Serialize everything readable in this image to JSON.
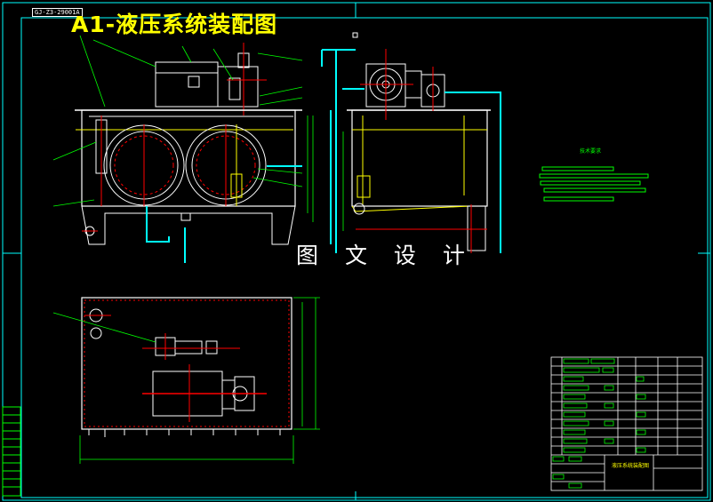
{
  "title": "A1-液压系统装配图",
  "drawing_number": "GJ-Z3-29001A",
  "watermark": "图 文 设 计",
  "technical_requirements": {
    "heading": "技术要求"
  },
  "title_block": {
    "drawing_name": "液压系统装配图"
  },
  "colors": {
    "background": "#000000",
    "frame": "#00ffff",
    "outline": "#ffffff",
    "centerline": "#ff0000",
    "leader": "#00ff00",
    "hidden": "#ffff00",
    "pipe": "#00ffff"
  }
}
